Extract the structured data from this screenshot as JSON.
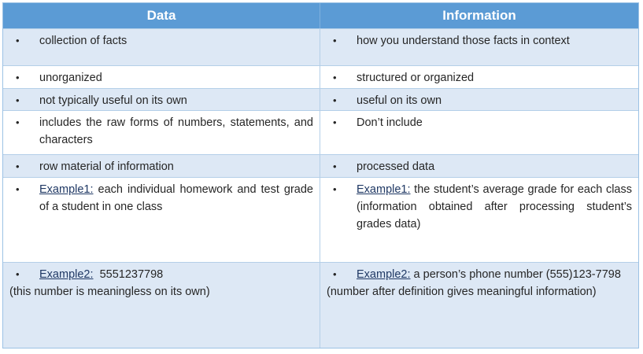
{
  "headers": {
    "data": "Data",
    "information": "Information"
  },
  "rows": [
    {
      "data": "collection of facts",
      "information": "how you understand those facts in context"
    },
    {
      "data": "unorganized",
      "information": "structured or organized"
    },
    {
      "data": "not typically useful on its own",
      "information": "useful on its own"
    },
    {
      "data": "includes the raw forms of numbers, statements, and characters",
      "information": "Don’t include"
    },
    {
      "data": "row material of information",
      "information": "processed data"
    }
  ],
  "example1": {
    "data_label": "Example1:",
    "data_text": " each individual homework and test grade of a student in one class",
    "info_label": "Example1:",
    "info_text": " the student’s average grade for each class (information obtained after processing student’s grades data)"
  },
  "example2": {
    "data_label": "Example2:",
    "data_text": "  5551237798",
    "data_note": "(this number is meaningless on its own)",
    "info_label": "Example2:",
    "info_text": " a person’s phone number (555)123-7798",
    "info_note": "(number after definition gives meaningful information)"
  },
  "bullet_char": "•"
}
